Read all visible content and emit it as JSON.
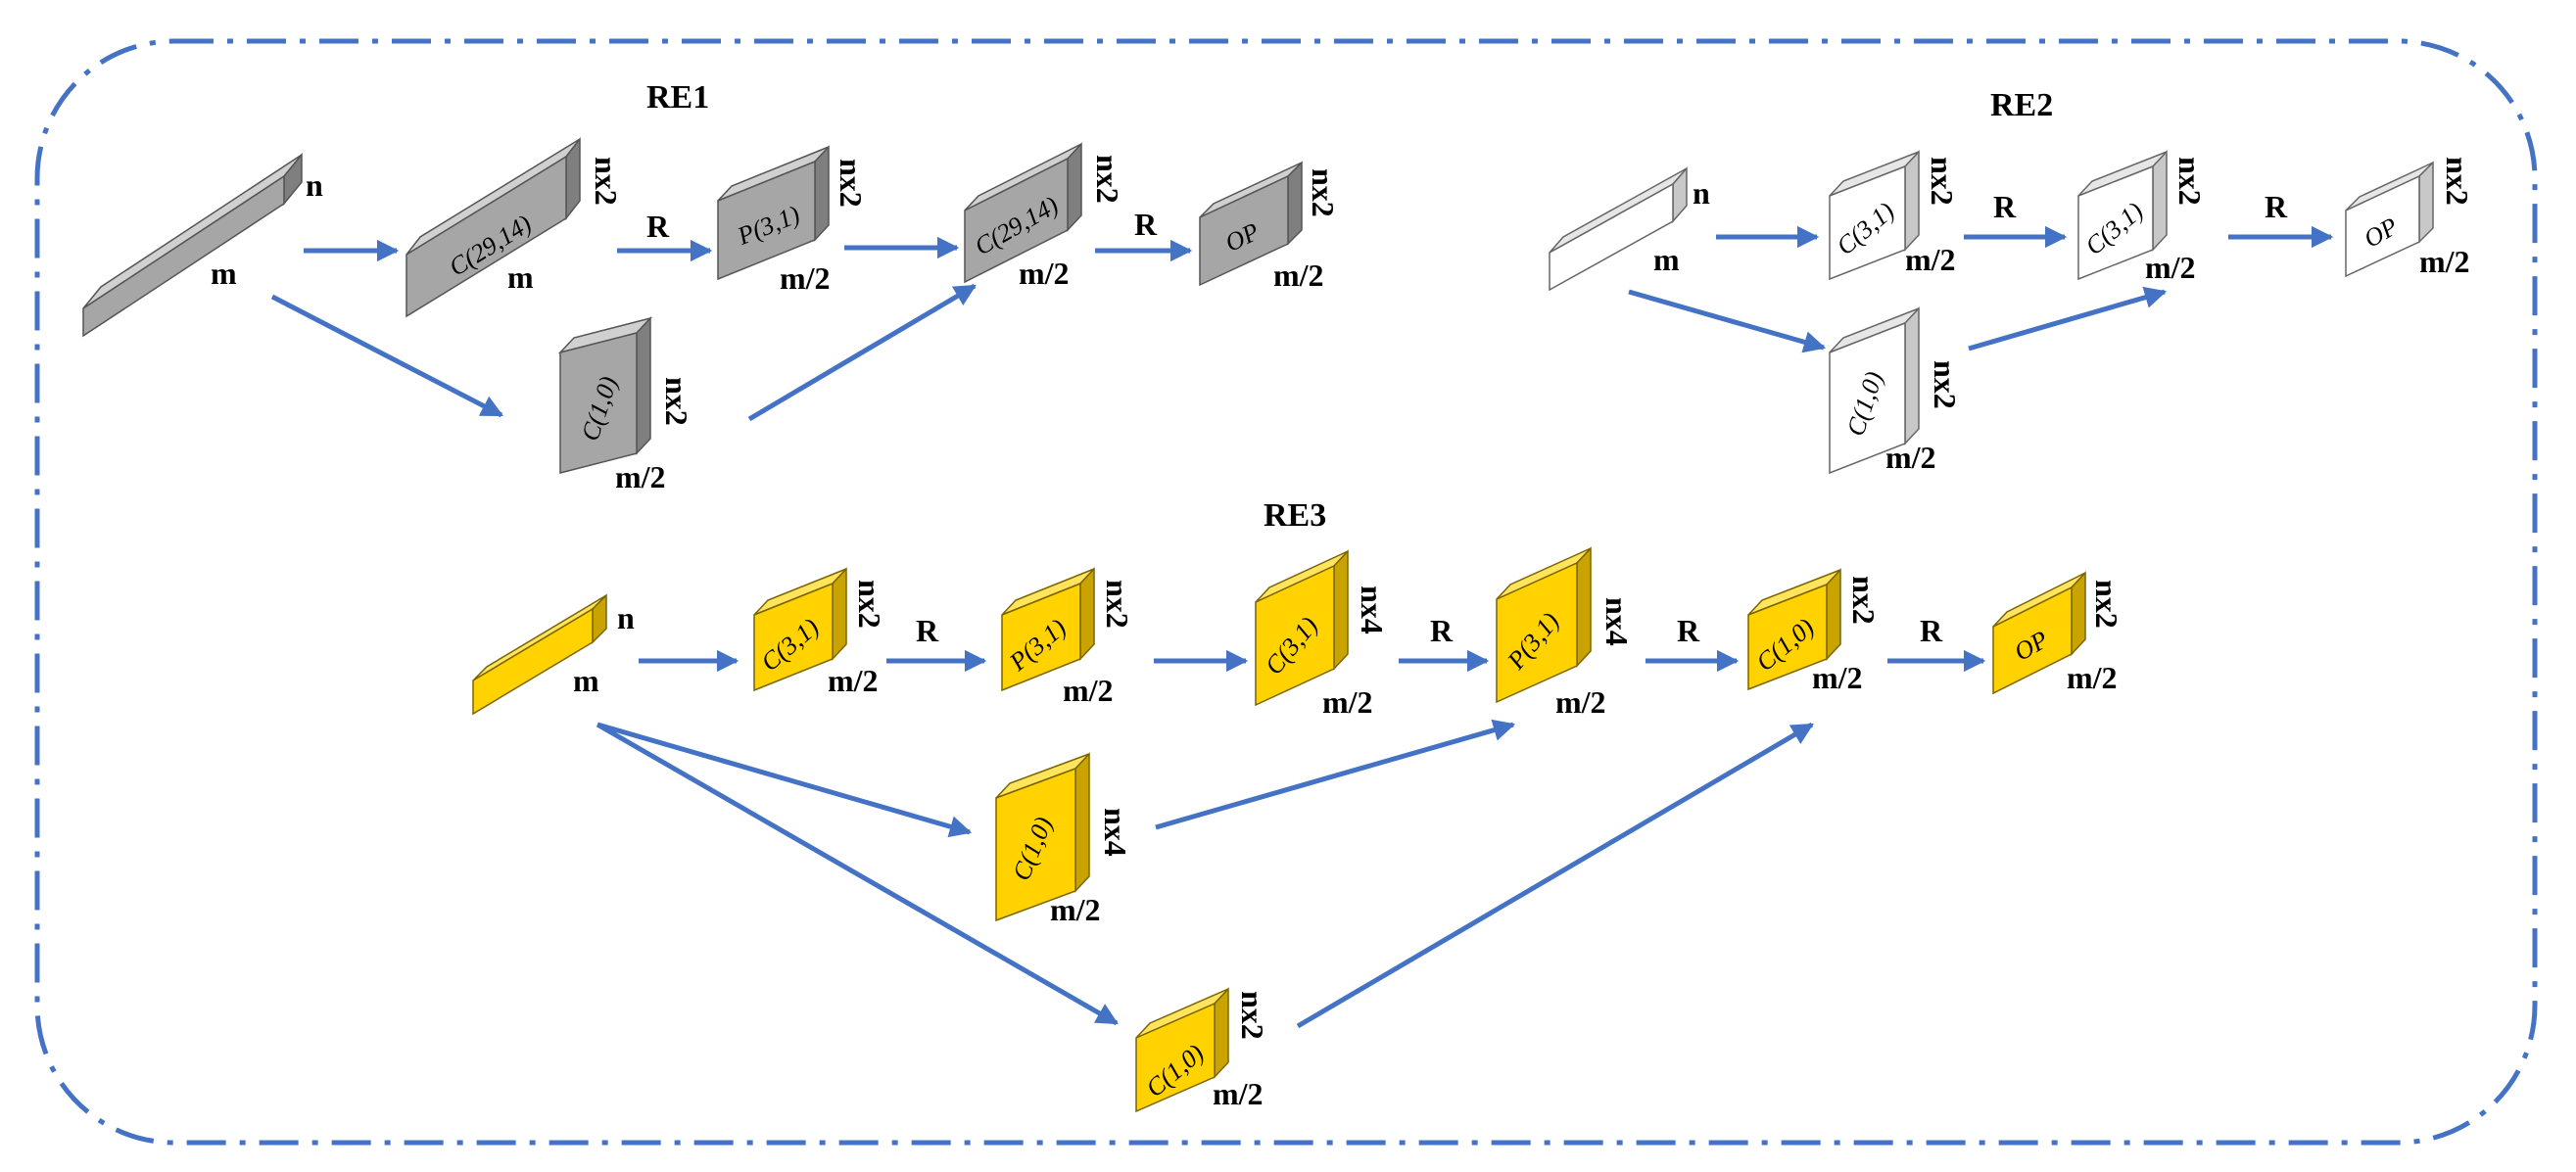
{
  "sections": {
    "re1": "RE1",
    "re2": "RE2",
    "re3": "RE3"
  },
  "colors": {
    "border": "#4472C4",
    "arrow": "#4472C4",
    "gray_front": "#A6A6A6",
    "gray_side": "#7F7F7F",
    "gray_top": "#D0D0D0",
    "white_front": "#FFFFFF",
    "white_side": "#C8C8C8",
    "white_top": "#E6E6E6",
    "yellow_front": "#FFD200",
    "yellow_side": "#C9A300",
    "yellow_top": "#FFE45C"
  },
  "labels": {
    "n": "n",
    "m": "m",
    "m_half": "m/2",
    "nx2": "nx2",
    "nx4": "nx4",
    "R": "R"
  },
  "blocks": {
    "c2914": "C(29,14)",
    "p31": "P(3,1)",
    "c10": "C(1,0)",
    "op": "OP",
    "c31": "C(3,1)"
  }
}
